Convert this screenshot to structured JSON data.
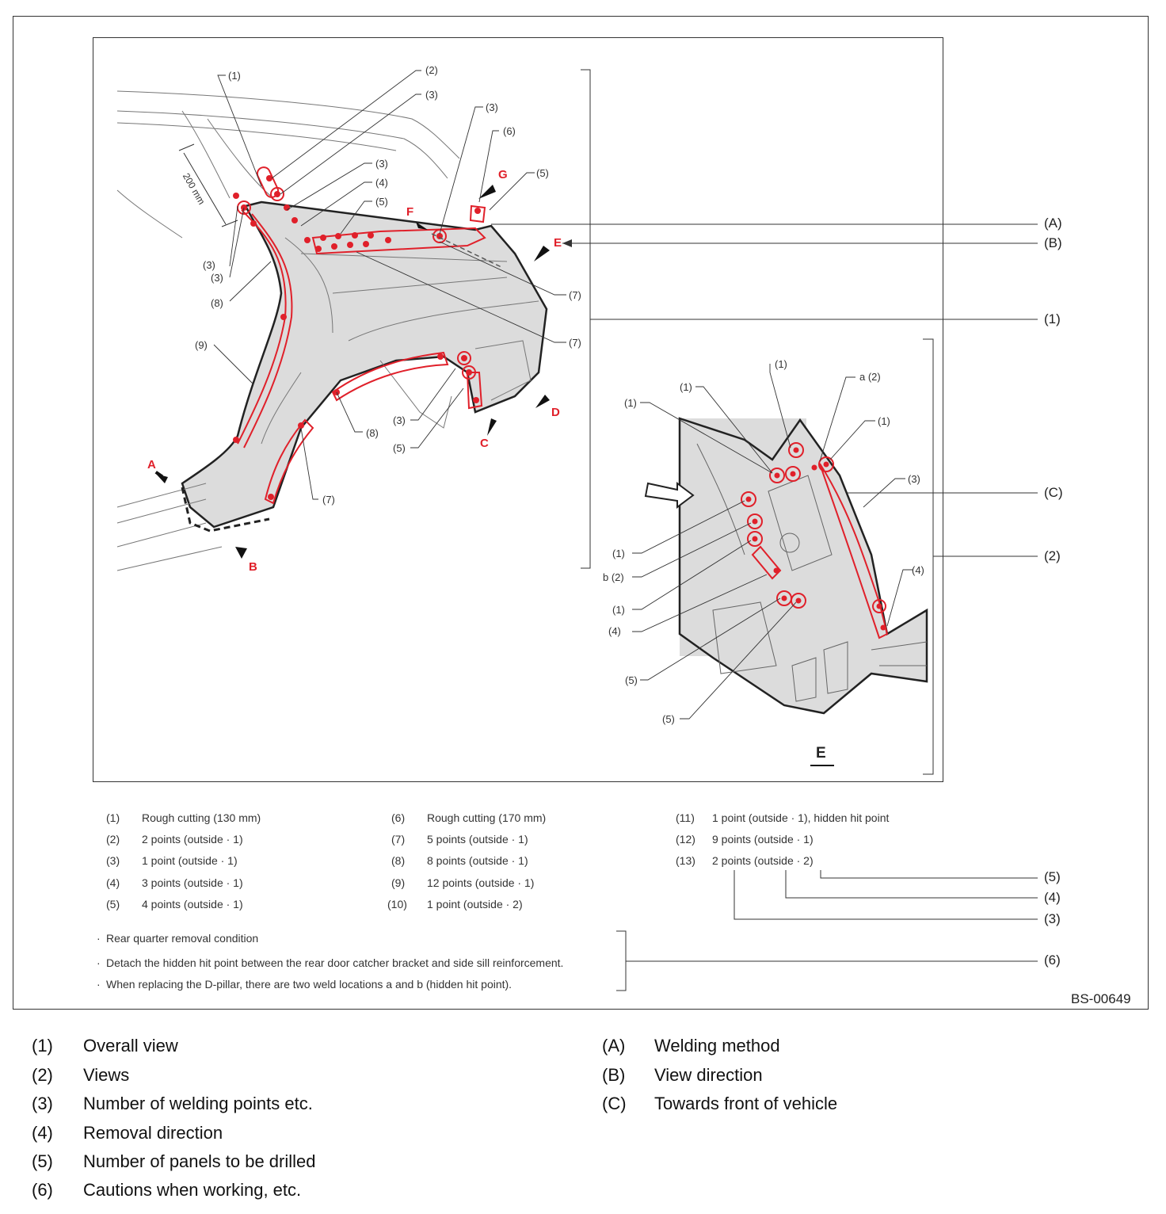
{
  "diagram": {
    "figure_code": "BS-00649",
    "view_label": "E",
    "dimension": "200 mm",
    "main_callouts": {
      "c1": "(1)",
      "c2": "(2)",
      "c3a": "(3)",
      "c3b": "(3)",
      "c3c": "(3)",
      "c4": "(4)",
      "c5a": "(5)",
      "c5b": "(5)",
      "c6": "(6)",
      "c3d": "(3)",
      "c3e": "(3)",
      "c8a": "(8)",
      "c9": "(9)",
      "c7a": "(7)",
      "c7b": "(7)",
      "c3f": "(3)",
      "c5c": "(5)",
      "c8b": "(8)",
      "c7c": "(7)"
    },
    "inset_callouts": {
      "i1a": "(1)",
      "i1b": "(1)",
      "i1c": "(1)",
      "ia2": "a (2)",
      "i1d": "(1)",
      "i3": "(3)",
      "i1e": "(1)",
      "ib2": "b (2)",
      "i1f": "(1)",
      "i4a": "(4)",
      "i4b": "(4)",
      "i5a": "(5)",
      "i5b": "(5)"
    },
    "red_labels": {
      "A": "A",
      "B": "B",
      "C": "C",
      "D": "D",
      "E": "E",
      "F": "F",
      "G": "G"
    },
    "right_labels": {
      "rA": "(A)",
      "rB": "(B)",
      "r1": "(1)",
      "rC": "(C)",
      "r2": "(2)",
      "r5": "(5)",
      "r4": "(4)",
      "r3": "(3)",
      "r6": "(6)"
    }
  },
  "legend": [
    {
      "num": "(1)",
      "text": "Rough cutting (130 mm)"
    },
    {
      "num": "(2)",
      "text": "2 points (outside · 1)"
    },
    {
      "num": "(3)",
      "text": "1 point (outside · 1)"
    },
    {
      "num": "(4)",
      "text": "3 points (outside · 1)"
    },
    {
      "num": "(5)",
      "text": "4 points (outside · 1)"
    },
    {
      "num": "(6)",
      "text": "Rough cutting (170 mm)"
    },
    {
      "num": "(7)",
      "text": "5 points (outside · 1)"
    },
    {
      "num": "(8)",
      "text": "8 points (outside · 1)"
    },
    {
      "num": "(9)",
      "text": "12 points (outside · 1)"
    },
    {
      "num": "(10)",
      "text": "1 point (outside · 2)"
    },
    {
      "num": "(11)",
      "text": "1 point (outside · 1), hidden hit point"
    },
    {
      "num": "(12)",
      "text": "9 points (outside · 1)"
    },
    {
      "num": "(13)",
      "text": "2 points (outside · 2)"
    }
  ],
  "notes": [
    "Rear quarter removal condition",
    "Detach the hidden hit point between the rear door catcher bracket and side sill reinforcement.",
    "When replacing the D-pillar, there are two weld locations a and b (hidden hit point)."
  ],
  "key": [
    {
      "num": "(1)",
      "text": "Overall view"
    },
    {
      "num": "(2)",
      "text": "Views"
    },
    {
      "num": "(3)",
      "text": "Number of welding points etc."
    },
    {
      "num": "(4)",
      "text": "Removal direction"
    },
    {
      "num": "(5)",
      "text": "Number of panels to be drilled"
    },
    {
      "num": "(6)",
      "text": "Cautions when working, etc."
    },
    {
      "num": "(A)",
      "text": "Welding method"
    },
    {
      "num": "(B)",
      "text": "View direction"
    },
    {
      "num": "(C)",
      "text": "Towards front of vehicle"
    }
  ],
  "colors": {
    "weld_red": "#e0202a",
    "panel_gray": "#dcdcdc",
    "line": "#333333"
  }
}
